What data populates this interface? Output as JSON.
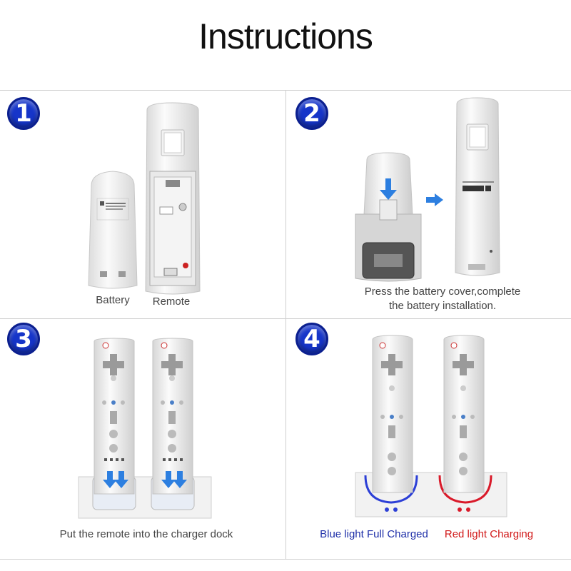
{
  "title": "Instructions",
  "steps": [
    {
      "number": "1",
      "labels": {
        "left": "Battery",
        "right": "Remote"
      }
    },
    {
      "number": "2",
      "caption_line1": "Press the battery cover,complete",
      "caption_line2": "the battery installation."
    },
    {
      "number": "3",
      "caption": "Put the remote into the charger dock"
    },
    {
      "number": "4",
      "blue_label": "Blue light Full Charged",
      "red_label": "Red light Charging"
    }
  ],
  "colors": {
    "badge": "#1635c9",
    "arrow": "#2d7fe0",
    "blue_light": "#1e2fa8",
    "red_light": "#d11818"
  },
  "icons": [
    "down-arrow-icon",
    "right-arrow-icon",
    "dpad-icon",
    "power-icon"
  ]
}
